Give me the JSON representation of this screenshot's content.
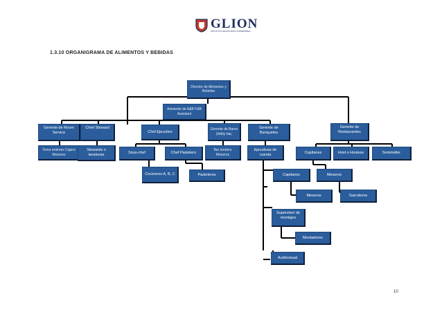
{
  "header": {
    "brand": "GLION",
    "tagline": "INSTITUTO DE ESTUDIOS SUPERIORES",
    "shield_color": "#c0392b",
    "brand_color": "#1d2d5c"
  },
  "heading": "1.3.10 ORGANIGRAMA DE ALIMENTOS Y BEBIDAS",
  "page_number": "10",
  "colors": {
    "box_fill": "#2b5d9c",
    "box_text": "#ffffff",
    "line": "#000000"
  },
  "org": {
    "director": "Director de Alimentos y Bebidas",
    "assistant": "Asistente de A&B F&B Assistant",
    "room_service_manager": "Gerente de Room Service",
    "room_service_staff": "Toma ordenes Cajero Meseros",
    "chief_steward": "Chief Steward",
    "stewards": "Stewards o lavalozas",
    "executive_chef": "Chef Ejecutivo",
    "sous_chef": "Sous-chef",
    "cooks": "Cocineros A, B, C",
    "pastry_chef": "Chef Pastelero",
    "pastry_cooks": "Pasteleros",
    "bars_manager": "Gerente de Bares (lobby bar,",
    "bartenders": "Bar tenders Meseros",
    "banquets_manager": "Gerente de Banquetes",
    "account_executives": "Ejecutivas de cuenta",
    "banquet_captains": "Capitanes",
    "banquet_waiters": "Meseros",
    "setup_supervisor": "Supervisor de montajes",
    "setup_staff": "Montadores",
    "audiovisual": "Audiovisual",
    "restaurants_manager": "Gerente de Restaurantes",
    "restaurant_captains": "Capitanes",
    "host": "Host o Hostess",
    "sommelier": "Sommelier",
    "restaurant_waiters": "Meseros",
    "busboys": "Garroteros"
  }
}
